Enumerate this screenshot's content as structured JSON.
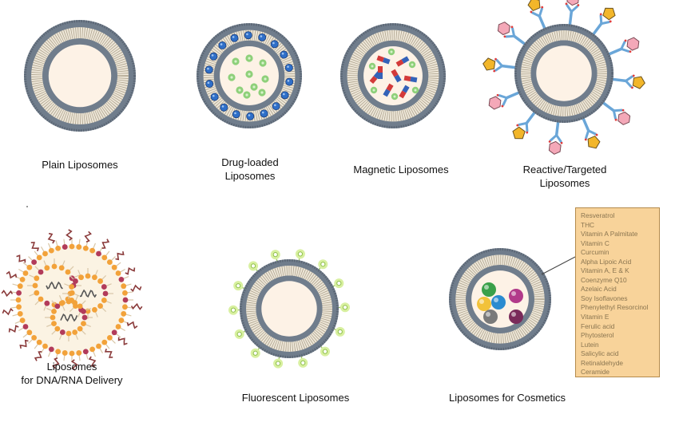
{
  "captions": {
    "plain": "Plain Liposomes",
    "drug": "Drug-loaded\nLiposomes",
    "magnetic": "Magnetic Liposomes",
    "reactive": "Reactive/Targeted\nLiposomes",
    "dna": "Liposomes\nfor DNA/RNA Delivery",
    "fluorescent": "Fluorescent Liposomes",
    "cosmetics": "Liposomes for Cosmetics"
  },
  "cosmetic_ingredients": [
    "Resveratrol",
    "THC",
    "Vitamin A Palmitate",
    "Vitamin C",
    "Curcumin",
    "Alpha Lipoic Acid",
    "Vitamin A, E & K",
    "Coenzyme Q10",
    "Azelaic Acid",
    "Soy Isoflavones",
    "Phenylethyl Resorcinol",
    "Vitamin E",
    "Ferulic acid",
    "Phytosterol",
    "Lutein",
    "Salicylic acid",
    "Retinaldehyde",
    "Ceramide"
  ],
  "colors": {
    "membrane": "#707d8c",
    "membrane_dark": "#5b6674",
    "tail": "#b3a994",
    "core": "#fdf2e6",
    "drug": "#2f6fc8",
    "cargo_green": "#8ed07a",
    "magnet_red": "#d33a3a",
    "magnet_blue": "#3462b8",
    "antibody": "#6aa6d8",
    "hexagon": "#f4a8b8",
    "pentagon": "#f2b62a",
    "lipid_head": "#f2a23a",
    "dna_strand": "#8a3a3a",
    "fluor_glow": "#d8f0a0",
    "box_fill": "#f8d39a"
  },
  "icons": [
    "liposome-plain",
    "liposome-drug",
    "liposome-magnetic",
    "liposome-targeted",
    "lipoplex-dna",
    "liposome-fluorescent",
    "liposome-cosmetic"
  ]
}
